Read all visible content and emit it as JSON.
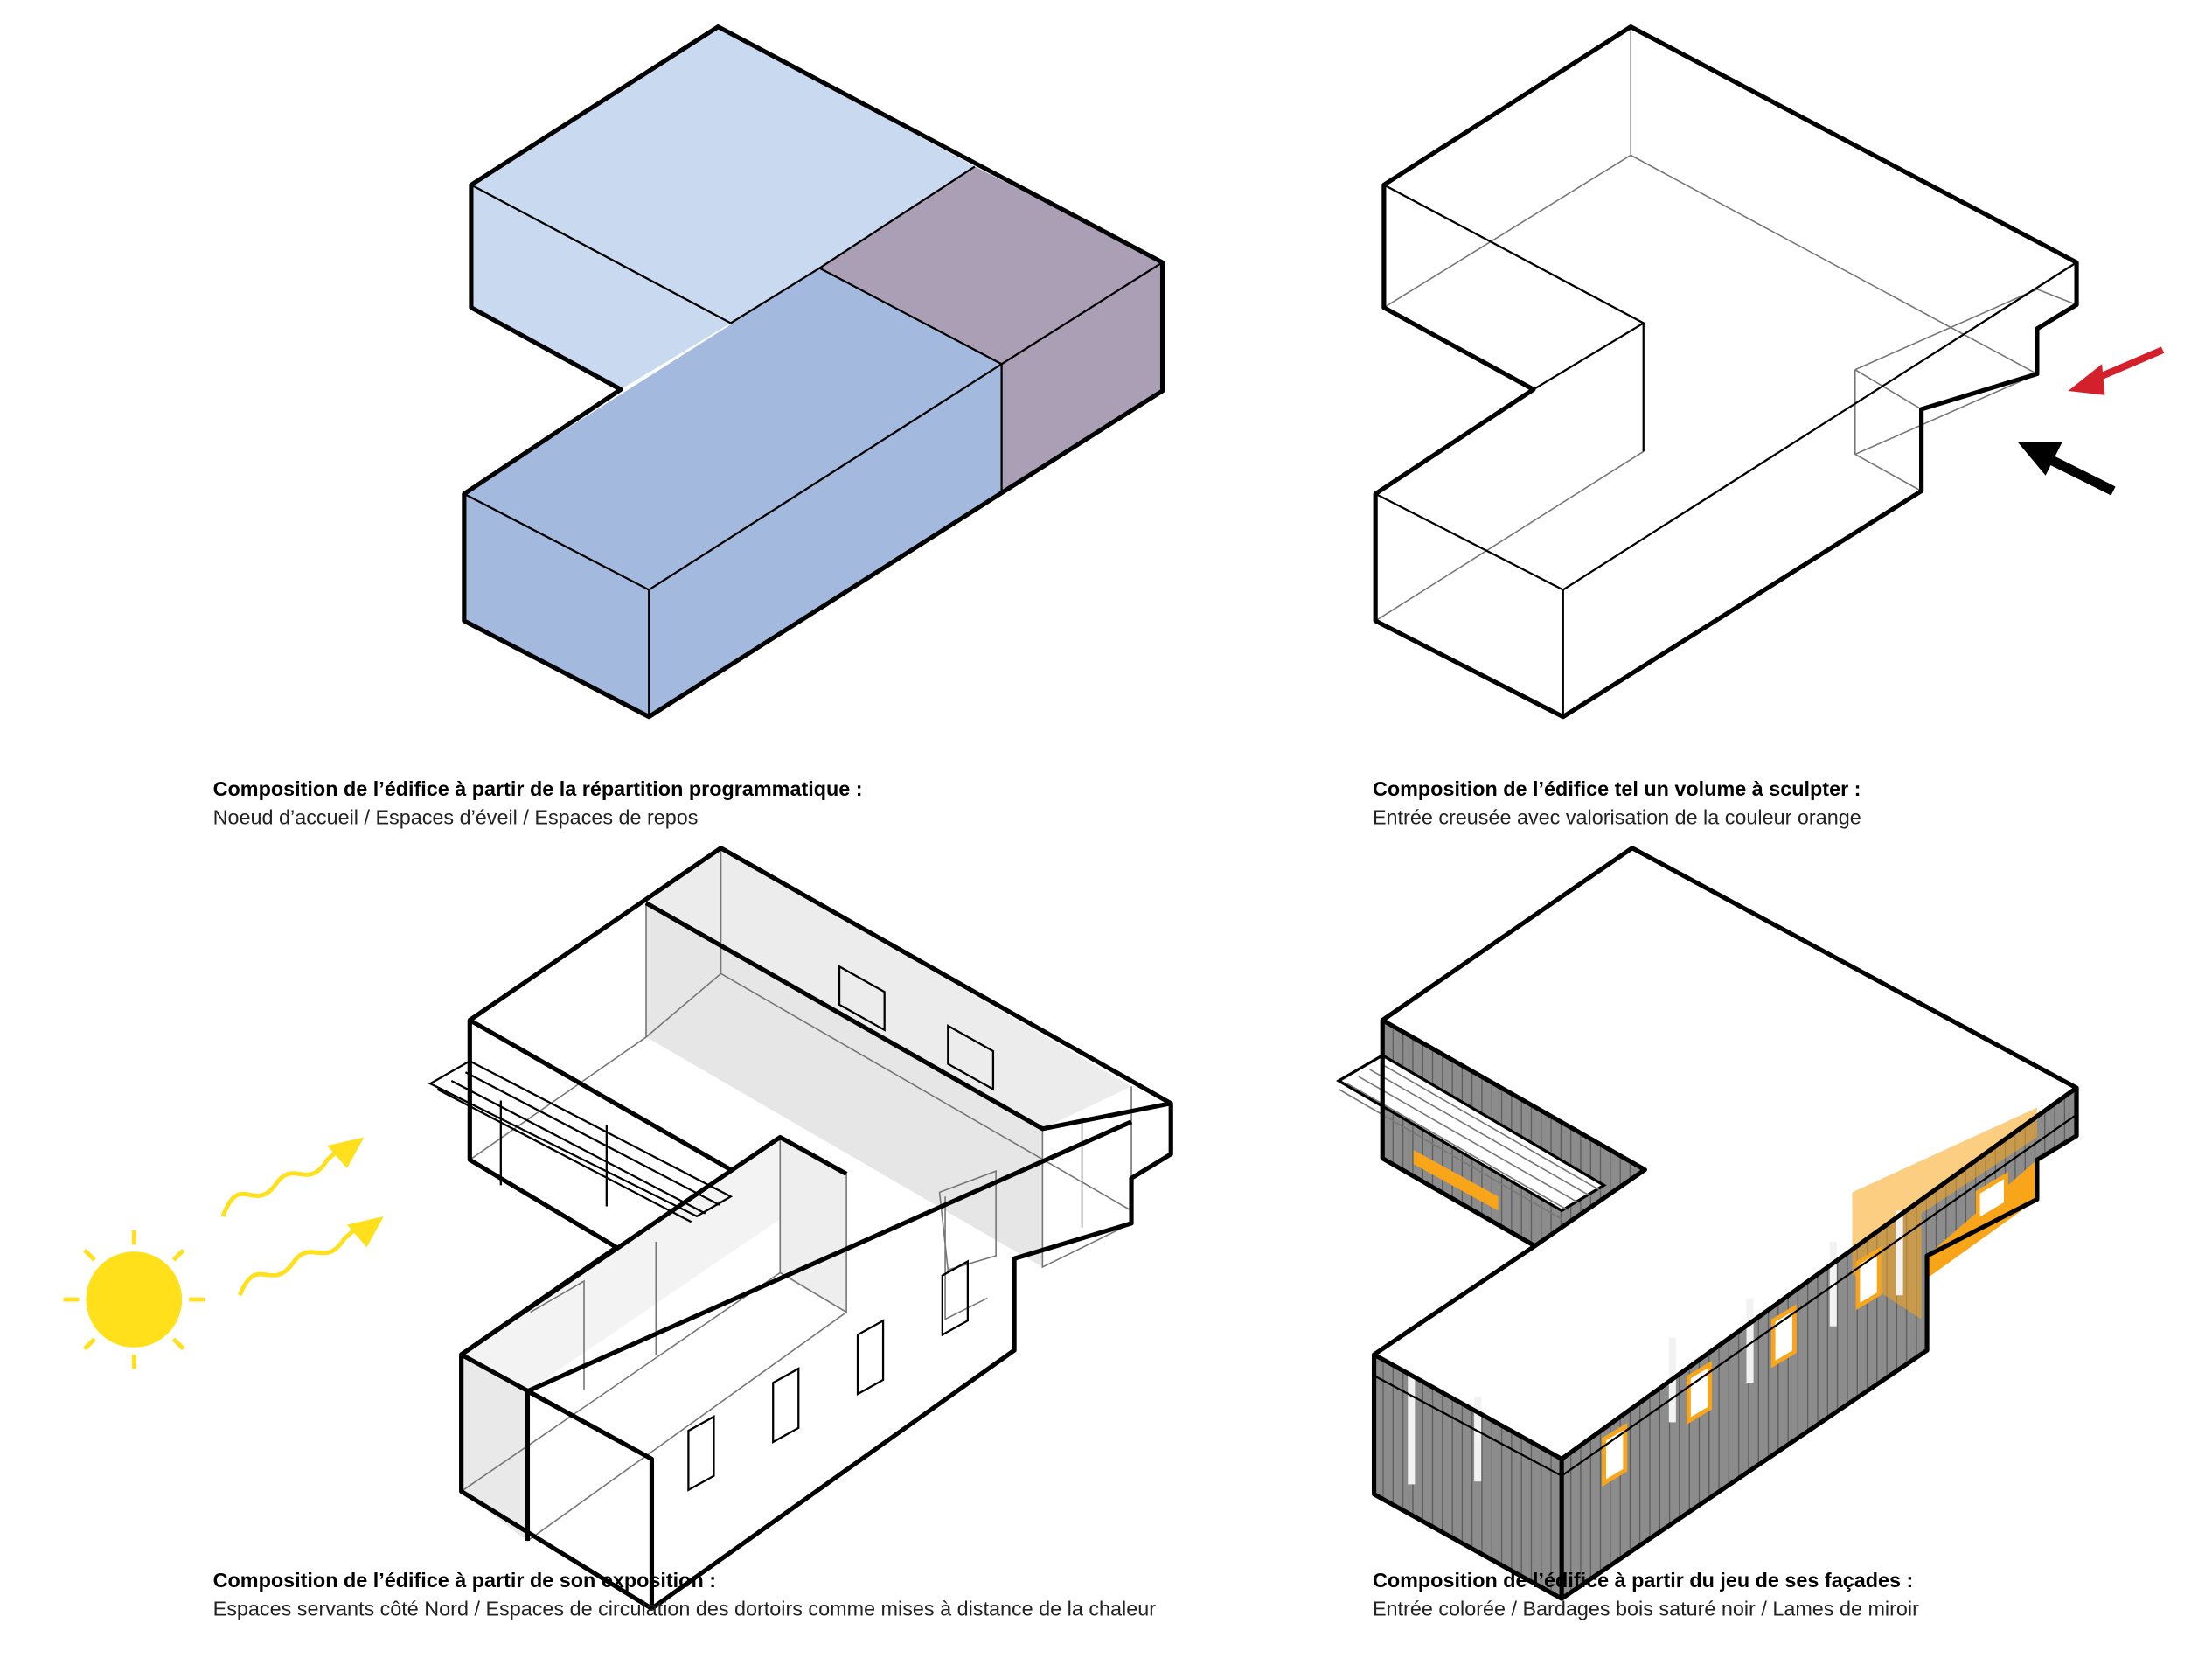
{
  "panels": [
    {
      "title": "Composition de l’édifice à partir de la répartition programmatique :",
      "subtitle": "Noeud d’accueil / Espaces d’éveil / Espaces de repos"
    },
    {
      "title": "Composition de l’édifice tel un volume à sculpter :",
      "subtitle": "Entrée creusée avec valorisation de la couleur orange"
    },
    {
      "title": "Composition de l’édifice à partir de son exposition :",
      "subtitle": "Espaces servants côté Nord / Espaces de circulation des dortoirs comme mises à distance de la chaleur"
    },
    {
      "title": "Composition de l’édifice à partir du jeu de ses façades :",
      "subtitle": "Entrée colorée / Bardages bois saturé noir / Lames de miroir"
    }
  ],
  "colors": {
    "accueil": "#ab9fb5",
    "eveil": "#c9d9ef",
    "repos": "#a4b9de",
    "entry_arrow": "#d3202a",
    "sun": "#ffe01b",
    "orange": "#f9a51a",
    "cladding": "#8c8c8c"
  }
}
